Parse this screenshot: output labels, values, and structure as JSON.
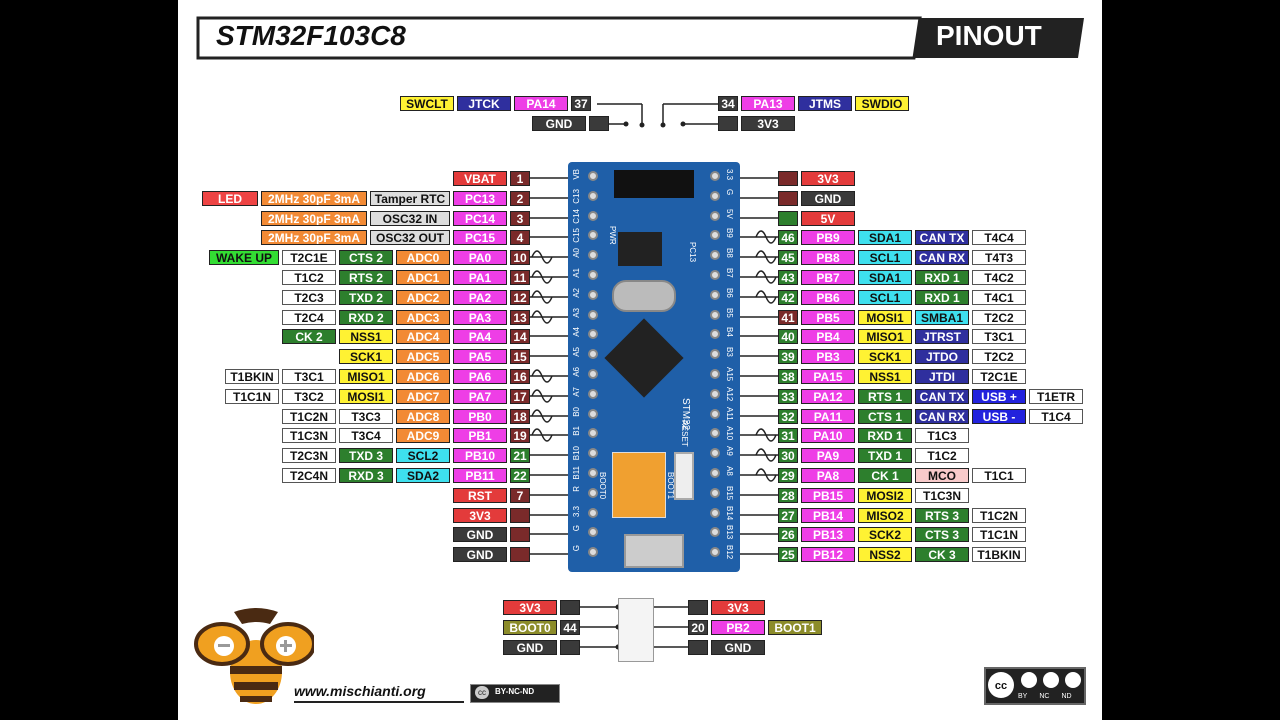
{
  "header": {
    "title": "STM32F103C8",
    "badge": "PINOUT"
  },
  "footer": {
    "url": "www.mischianti.org",
    "license": "BY-NC-ND",
    "cc_badges": [
      "BY",
      "NC",
      "ND"
    ]
  },
  "colors": {
    "power": "#e33b3b",
    "gnd": "#3a3a3a",
    "pin": "#ee3ee6",
    "num": "#7a2a2a",
    "adc": "#f28a35",
    "gpio_alt": "#2d7f2d",
    "spi": "#fff233",
    "i2c": "#3ee0ee",
    "jtag": "#2f2f9e",
    "usb": "#2222dd",
    "boot": "#8c8c2a",
    "led": "#ee4444",
    "wake": "#33dd33",
    "osc": "#dddddd",
    "mco": "#f8caca",
    "white": "#ffffff"
  },
  "board": {
    "left_silk": [
      "VB",
      "C13",
      "C14",
      "C15",
      "A0",
      "A1",
      "A2",
      "A3",
      "A4",
      "A5",
      "A6",
      "A7",
      "B0",
      "B1",
      "B10",
      "B11",
      "R",
      "3.3",
      "G",
      "G"
    ],
    "right_silk": [
      "3.3",
      "G",
      "5V",
      "B9",
      "B8",
      "B7",
      "B6",
      "B5",
      "B4",
      "B3",
      "A15",
      "A12",
      "A11",
      "A10",
      "A9",
      "A8",
      "B15",
      "B14",
      "B13",
      "B12"
    ],
    "chip_text": "STM32",
    "boot_labels": [
      "BOOT0",
      "BOOT1"
    ],
    "reset_label": "RESET",
    "pwr_label": "PWR",
    "pc13_label": "PC13"
  },
  "top_pins": {
    "left_row1": [
      {
        "t": "SWCLT",
        "c": "spi"
      },
      {
        "t": "JTCK",
        "c": "jtag"
      },
      {
        "t": "PA14",
        "c": "pin"
      },
      {
        "t": "37",
        "c": "gnd"
      }
    ],
    "left_row2": [
      {
        "t": "GND",
        "c": "gnd"
      },
      {
        "t": "",
        "c": "gnd"
      }
    ],
    "right_row1": [
      {
        "t": "34",
        "c": "gnd"
      },
      {
        "t": "PA13",
        "c": "pin"
      },
      {
        "t": "JTMS",
        "c": "jtag"
      },
      {
        "t": "SWDIO",
        "c": "spi"
      }
    ],
    "right_row2": [
      {
        "t": "",
        "c": "gnd"
      },
      {
        "t": "3V3",
        "c": "gnd"
      }
    ]
  },
  "left_rows": [
    [
      {
        "t": "VBAT",
        "c": "power"
      },
      {
        "t": "1",
        "c": "num"
      }
    ],
    [
      {
        "t": "LED",
        "c": "led"
      },
      {
        "t": "2MHz 30pF 3mA",
        "c": "adc"
      },
      {
        "t": "Tamper RTC",
        "c": "osc"
      },
      {
        "t": "PC13",
        "c": "pin"
      },
      {
        "t": "2",
        "c": "num"
      }
    ],
    [
      {
        "t": "2MHz 30pF 3mA",
        "c": "adc"
      },
      {
        "t": "OSC32 IN",
        "c": "osc"
      },
      {
        "t": "PC14",
        "c": "pin"
      },
      {
        "t": "3",
        "c": "num"
      }
    ],
    [
      {
        "t": "2MHz 30pF 3mA",
        "c": "adc"
      },
      {
        "t": "OSC32 OUT",
        "c": "osc"
      },
      {
        "t": "PC15",
        "c": "pin"
      },
      {
        "t": "4",
        "c": "num"
      }
    ],
    [
      {
        "t": "WAKE UP",
        "c": "wake"
      },
      {
        "t": "T2C1E",
        "c": "white"
      },
      {
        "t": "CTS 2",
        "c": "gpio_alt"
      },
      {
        "t": "ADC0",
        "c": "adc"
      },
      {
        "t": "PA0",
        "c": "pin"
      },
      {
        "t": "10",
        "c": "num"
      }
    ],
    [
      {
        "t": "T1C2",
        "c": "white"
      },
      {
        "t": "RTS 2",
        "c": "gpio_alt"
      },
      {
        "t": "ADC1",
        "c": "adc"
      },
      {
        "t": "PA1",
        "c": "pin"
      },
      {
        "t": "11",
        "c": "num"
      }
    ],
    [
      {
        "t": "T2C3",
        "c": "white"
      },
      {
        "t": "TXD 2",
        "c": "gpio_alt"
      },
      {
        "t": "ADC2",
        "c": "adc"
      },
      {
        "t": "PA2",
        "c": "pin"
      },
      {
        "t": "12",
        "c": "num"
      }
    ],
    [
      {
        "t": "T2C4",
        "c": "white"
      },
      {
        "t": "RXD 2",
        "c": "gpio_alt"
      },
      {
        "t": "ADC3",
        "c": "adc"
      },
      {
        "t": "PA3",
        "c": "pin"
      },
      {
        "t": "13",
        "c": "num"
      }
    ],
    [
      {
        "t": "CK 2",
        "c": "gpio_alt"
      },
      {
        "t": "NSS1",
        "c": "spi"
      },
      {
        "t": "ADC4",
        "c": "adc"
      },
      {
        "t": "PA4",
        "c": "pin"
      },
      {
        "t": "14",
        "c": "num"
      }
    ],
    [
      {
        "t": "SCK1",
        "c": "spi"
      },
      {
        "t": "ADC5",
        "c": "adc"
      },
      {
        "t": "PA5",
        "c": "pin"
      },
      {
        "t": "15",
        "c": "num"
      }
    ],
    [
      {
        "t": "T1BKIN",
        "c": "white"
      },
      {
        "t": "T3C1",
        "c": "white"
      },
      {
        "t": "MISO1",
        "c": "spi"
      },
      {
        "t": "ADC6",
        "c": "adc"
      },
      {
        "t": "PA6",
        "c": "pin"
      },
      {
        "t": "16",
        "c": "num"
      }
    ],
    [
      {
        "t": "T1C1N",
        "c": "white"
      },
      {
        "t": "T3C2",
        "c": "white"
      },
      {
        "t": "MOSI1",
        "c": "spi"
      },
      {
        "t": "ADC7",
        "c": "adc"
      },
      {
        "t": "PA7",
        "c": "pin"
      },
      {
        "t": "17",
        "c": "num"
      }
    ],
    [
      {
        "t": "T1C2N",
        "c": "white"
      },
      {
        "t": "T3C3",
        "c": "white"
      },
      {
        "t": "ADC8",
        "c": "adc"
      },
      {
        "t": "PB0",
        "c": "pin"
      },
      {
        "t": "18",
        "c": "num"
      }
    ],
    [
      {
        "t": "T1C3N",
        "c": "white"
      },
      {
        "t": "T3C4",
        "c": "white"
      },
      {
        "t": "ADC9",
        "c": "adc"
      },
      {
        "t": "PB1",
        "c": "pin"
      },
      {
        "t": "19",
        "c": "num"
      }
    ],
    [
      {
        "t": "T2C3N",
        "c": "white"
      },
      {
        "t": "TXD 3",
        "c": "gpio_alt"
      },
      {
        "t": "SCL2",
        "c": "i2c"
      },
      {
        "t": "PB10",
        "c": "pin"
      },
      {
        "t": "21",
        "c": "gpio_alt"
      }
    ],
    [
      {
        "t": "T2C4N",
        "c": "white"
      },
      {
        "t": "RXD 3",
        "c": "gpio_alt"
      },
      {
        "t": "SDA2",
        "c": "i2c"
      },
      {
        "t": "PB11",
        "c": "pin"
      },
      {
        "t": "22",
        "c": "gpio_alt"
      }
    ],
    [
      {
        "t": "RST",
        "c": "power"
      },
      {
        "t": "7",
        "c": "num"
      }
    ],
    [
      {
        "t": "3V3",
        "c": "power"
      },
      {
        "t": "",
        "c": "num"
      }
    ],
    [
      {
        "t": "GND",
        "c": "gnd"
      },
      {
        "t": "",
        "c": "num"
      }
    ],
    [
      {
        "t": "GND",
        "c": "gnd"
      },
      {
        "t": "",
        "c": "num"
      }
    ]
  ],
  "right_rows": [
    [
      {
        "t": "",
        "c": "num"
      },
      {
        "t": "3V3",
        "c": "power"
      }
    ],
    [
      {
        "t": "",
        "c": "num"
      },
      {
        "t": "GND",
        "c": "gnd"
      }
    ],
    [
      {
        "t": "",
        "c": "gpio_alt"
      },
      {
        "t": "5V",
        "c": "power"
      }
    ],
    [
      {
        "t": "46",
        "c": "gpio_alt"
      },
      {
        "t": "PB9",
        "c": "pin"
      },
      {
        "t": "SDA1",
        "c": "i2c"
      },
      {
        "t": "CAN TX",
        "c": "jtag"
      },
      {
        "t": "T4C4",
        "c": "white"
      }
    ],
    [
      {
        "t": "45",
        "c": "gpio_alt"
      },
      {
        "t": "PB8",
        "c": "pin"
      },
      {
        "t": "SCL1",
        "c": "i2c"
      },
      {
        "t": "CAN RX",
        "c": "jtag"
      },
      {
        "t": "T4T3",
        "c": "white"
      }
    ],
    [
      {
        "t": "43",
        "c": "gpio_alt"
      },
      {
        "t": "PB7",
        "c": "pin"
      },
      {
        "t": "SDA1",
        "c": "i2c"
      },
      {
        "t": "RXD 1",
        "c": "gpio_alt"
      },
      {
        "t": "T4C2",
        "c": "white"
      }
    ],
    [
      {
        "t": "42",
        "c": "gpio_alt"
      },
      {
        "t": "PB6",
        "c": "pin"
      },
      {
        "t": "SCL1",
        "c": "i2c"
      },
      {
        "t": "RXD 1",
        "c": "gpio_alt"
      },
      {
        "t": "T4C1",
        "c": "white"
      }
    ],
    [
      {
        "t": "41",
        "c": "num"
      },
      {
        "t": "PB5",
        "c": "pin"
      },
      {
        "t": "MOSI1",
        "c": "spi"
      },
      {
        "t": "SMBA1",
        "c": "i2c"
      },
      {
        "t": "T2C2",
        "c": "white"
      }
    ],
    [
      {
        "t": "40",
        "c": "gpio_alt"
      },
      {
        "t": "PB4",
        "c": "pin"
      },
      {
        "t": "MISO1",
        "c": "spi"
      },
      {
        "t": "JTRST",
        "c": "jtag"
      },
      {
        "t": "T3C1",
        "c": "white"
      }
    ],
    [
      {
        "t": "39",
        "c": "gpio_alt"
      },
      {
        "t": "PB3",
        "c": "pin"
      },
      {
        "t": "SCK1",
        "c": "spi"
      },
      {
        "t": "JTDO",
        "c": "jtag"
      },
      {
        "t": "T2C2",
        "c": "white"
      }
    ],
    [
      {
        "t": "38",
        "c": "gpio_alt"
      },
      {
        "t": "PA15",
        "c": "pin"
      },
      {
        "t": "NSS1",
        "c": "spi"
      },
      {
        "t": "JTDI",
        "c": "jtag"
      },
      {
        "t": "T2C1E",
        "c": "white"
      }
    ],
    [
      {
        "t": "33",
        "c": "gpio_alt"
      },
      {
        "t": "PA12",
        "c": "pin"
      },
      {
        "t": "RTS 1",
        "c": "gpio_alt"
      },
      {
        "t": "CAN TX",
        "c": "jtag"
      },
      {
        "t": "USB +",
        "c": "usb"
      },
      {
        "t": "T1ETR",
        "c": "white"
      }
    ],
    [
      {
        "t": "32",
        "c": "gpio_alt"
      },
      {
        "t": "PA11",
        "c": "pin"
      },
      {
        "t": "CTS 1",
        "c": "gpio_alt"
      },
      {
        "t": "CAN RX",
        "c": "jtag"
      },
      {
        "t": "USB -",
        "c": "usb"
      },
      {
        "t": "T1C4",
        "c": "white"
      }
    ],
    [
      {
        "t": "31",
        "c": "gpio_alt"
      },
      {
        "t": "PA10",
        "c": "pin"
      },
      {
        "t": "RXD 1",
        "c": "gpio_alt"
      },
      {
        "t": "T1C3",
        "c": "white"
      }
    ],
    [
      {
        "t": "30",
        "c": "gpio_alt"
      },
      {
        "t": "PA9",
        "c": "pin"
      },
      {
        "t": "TXD 1",
        "c": "gpio_alt"
      },
      {
        "t": "T1C2",
        "c": "white"
      }
    ],
    [
      {
        "t": "29",
        "c": "gpio_alt"
      },
      {
        "t": "PA8",
        "c": "pin"
      },
      {
        "t": "CK 1",
        "c": "gpio_alt"
      },
      {
        "t": "MCO",
        "c": "mco"
      },
      {
        "t": "T1C1",
        "c": "white"
      }
    ],
    [
      {
        "t": "28",
        "c": "gpio_alt"
      },
      {
        "t": "PB15",
        "c": "pin"
      },
      {
        "t": "MOSI2",
        "c": "spi"
      },
      {
        "t": "T1C3N",
        "c": "white"
      }
    ],
    [
      {
        "t": "27",
        "c": "gpio_alt"
      },
      {
        "t": "PB14",
        "c": "pin"
      },
      {
        "t": "MISO2",
        "c": "spi"
      },
      {
        "t": "RTS 3",
        "c": "gpio_alt"
      },
      {
        "t": "T1C2N",
        "c": "white"
      }
    ],
    [
      {
        "t": "26",
        "c": "gpio_alt"
      },
      {
        "t": "PB13",
        "c": "pin"
      },
      {
        "t": "SCK2",
        "c": "spi"
      },
      {
        "t": "CTS 3",
        "c": "gpio_alt"
      },
      {
        "t": "T1C1N",
        "c": "white"
      }
    ],
    [
      {
        "t": "25",
        "c": "gpio_alt"
      },
      {
        "t": "PB12",
        "c": "pin"
      },
      {
        "t": "NSS2",
        "c": "spi"
      },
      {
        "t": "CK 3",
        "c": "gpio_alt"
      },
      {
        "t": "T1BKIN",
        "c": "white"
      }
    ]
  ],
  "bottom_pins": {
    "left": [
      [
        {
          "t": "3V3",
          "c": "power"
        },
        {
          "t": "",
          "c": "gnd"
        }
      ],
      [
        {
          "t": "BOOT0",
          "c": "boot"
        },
        {
          "t": "44",
          "c": "gnd"
        }
      ],
      [
        {
          "t": "GND",
          "c": "gnd"
        },
        {
          "t": "",
          "c": "gnd"
        }
      ]
    ],
    "right": [
      [
        {
          "t": "",
          "c": "gnd"
        },
        {
          "t": "3V3",
          "c": "power"
        }
      ],
      [
        {
          "t": "20",
          "c": "gnd"
        },
        {
          "t": "PB2",
          "c": "pin"
        },
        {
          "t": "BOOT1",
          "c": "boot"
        }
      ],
      [
        {
          "t": "",
          "c": "gnd"
        },
        {
          "t": "GND",
          "c": "gnd"
        }
      ]
    ]
  }
}
